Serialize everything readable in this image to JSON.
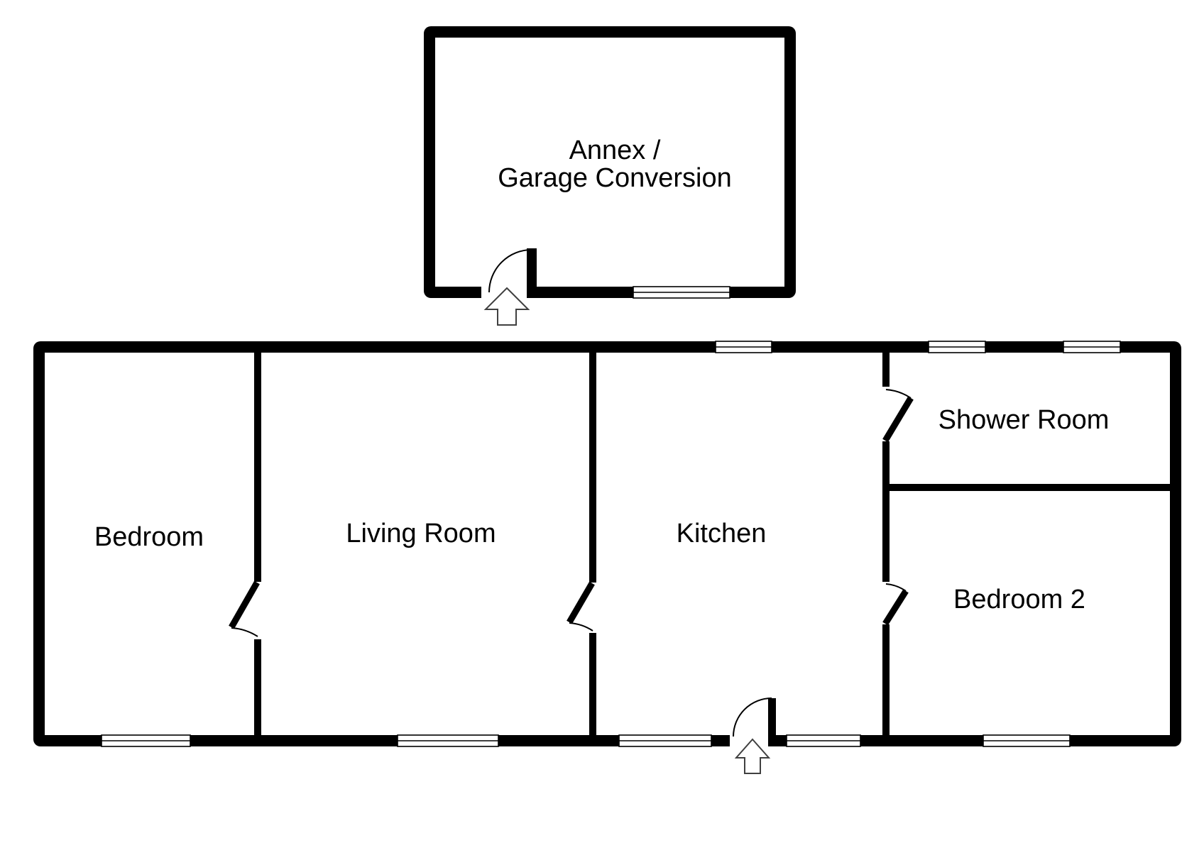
{
  "colors": {
    "background": "#ffffff",
    "walls": "#000000",
    "text": "#000000",
    "window_fill": "#ffffff",
    "arrow_outline": "#404040"
  },
  "rooms": {
    "annex": {
      "label_line1": "Annex /",
      "label_line2": "Garage Conversion"
    },
    "bedroom": {
      "label": "Bedroom"
    },
    "living_room": {
      "label": "Living Room"
    },
    "kitchen": {
      "label": "Kitchen"
    },
    "shower_room": {
      "label": "Shower Room"
    },
    "bedroom2": {
      "label": "Bedroom 2"
    }
  }
}
